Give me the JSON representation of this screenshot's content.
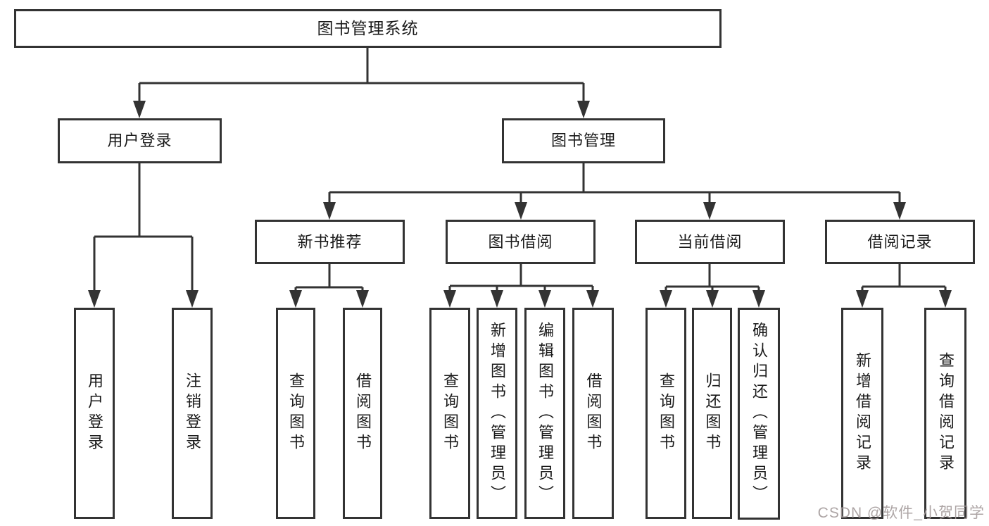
{
  "diagram_title": "图书管理系统",
  "nodes": {
    "root": {
      "label": "图书管理系统"
    },
    "userLogin": {
      "label": "用户登录"
    },
    "bookMgmt": {
      "label": "图书管理"
    },
    "newBookRec": {
      "label": "新书推荐"
    },
    "bookBorrow": {
      "label": "图书借阅"
    },
    "currentBorrow": {
      "label": "当前借阅"
    },
    "borrowRecord": {
      "label": "借阅记录"
    },
    "loginLeaf": {
      "label": "用户登录"
    },
    "logoutLeaf": {
      "label": "注销登录"
    },
    "nbrQuery": {
      "label": "查询图书"
    },
    "nbrBorrow": {
      "label": "借阅图书"
    },
    "bbQuery": {
      "label": "查询图书"
    },
    "bbAdd": {
      "label": "新增图书（管理员）"
    },
    "bbEdit": {
      "label": "编辑图书（管理员）"
    },
    "bbBorrow": {
      "label": "借阅图书"
    },
    "cbQuery": {
      "label": "查询图书"
    },
    "cbReturn": {
      "label": "归还图书"
    },
    "cbConfirm": {
      "label": "确认归还（管理员）"
    },
    "brAdd": {
      "label": "新增借阅记录"
    },
    "brQuery": {
      "label": "查询借阅记录"
    }
  },
  "hierarchy": {
    "图书管理系统": {
      "用户登录": [
        "用户登录",
        "注销登录"
      ],
      "图书管理": {
        "新书推荐": [
          "查询图书",
          "借阅图书"
        ],
        "图书借阅": [
          "查询图书",
          "新增图书（管理员）",
          "编辑图书（管理员）",
          "借阅图书"
        ],
        "当前借阅": [
          "查询图书",
          "归还图书",
          "确认归还（管理员）"
        ],
        "借阅记录": [
          "新增借阅记录",
          "查询借阅记录"
        ]
      }
    }
  },
  "watermark": {
    "text": "CSDN @软件_小贺同学",
    "color": "#a59c9c"
  },
  "colors": {
    "line": "#333333",
    "text": "#1a1a1a",
    "background": "#ffffff",
    "box_fill": "#ffffff"
  }
}
